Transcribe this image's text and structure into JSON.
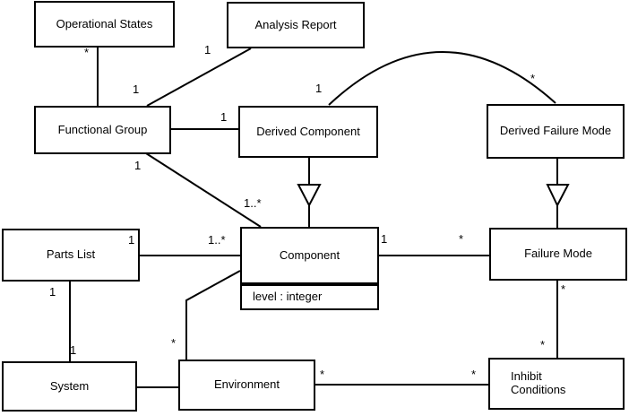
{
  "diagram_type": "uml-class-diagram",
  "classes": {
    "operational_states": {
      "name": "Operational States"
    },
    "analysis_report": {
      "name": "Analysis Report"
    },
    "functional_group": {
      "name": "Functional Group"
    },
    "derived_component": {
      "name": "Derived Component"
    },
    "derived_failure_mode": {
      "name": "Derived Failure Mode"
    },
    "parts_list": {
      "name": "Parts List"
    },
    "component": {
      "name": "Component",
      "attribute": "level : integer"
    },
    "failure_mode": {
      "name": "Failure Mode"
    },
    "system": {
      "name": "System"
    },
    "environment": {
      "name": "Environment"
    },
    "inhibit_conditions": {
      "name": "Inhibit Conditions"
    }
  },
  "relationships": [
    {
      "id": "os-fg",
      "type": "association",
      "from": "Operational States",
      "to": "Functional Group",
      "from_mult": "*",
      "to_mult": ""
    },
    {
      "id": "ar-fg",
      "type": "association",
      "from": "Analysis Report",
      "to": "Functional Group",
      "from_mult": "1",
      "to_mult": "1"
    },
    {
      "id": "fg-dc",
      "type": "association",
      "from": "Functional Group",
      "to": "Derived Component",
      "from_mult": "",
      "to_mult": "1"
    },
    {
      "id": "fg-comp",
      "type": "association",
      "from": "Functional Group",
      "to": "Component",
      "from_mult": "1",
      "to_mult": "1..*"
    },
    {
      "id": "pl-comp",
      "type": "association",
      "from": "Parts List",
      "to": "Component",
      "from_mult": "1",
      "to_mult": "1..*"
    },
    {
      "id": "comp-fm",
      "type": "association",
      "from": "Component",
      "to": "Failure Mode",
      "from_mult": "1",
      "to_mult": "*"
    },
    {
      "id": "dc-dfm",
      "type": "association",
      "from": "Derived Component",
      "to": "Derived Failure Mode",
      "from_mult": "1",
      "to_mult": "*"
    },
    {
      "id": "dc-comp",
      "type": "generalization",
      "from": "Derived Component",
      "to": "Component",
      "from_mult": "",
      "to_mult": ""
    },
    {
      "id": "dfm-fm",
      "type": "generalization",
      "from": "Derived Failure Mode",
      "to": "Failure Mode",
      "from_mult": "",
      "to_mult": ""
    },
    {
      "id": "pl-sys",
      "type": "association",
      "from": "Parts List",
      "to": "System",
      "from_mult": "1",
      "to_mult": "1"
    },
    {
      "id": "sys-env",
      "type": "association",
      "from": "System",
      "to": "Environment",
      "from_mult": "",
      "to_mult": ""
    },
    {
      "id": "comp-env",
      "type": "association",
      "from": "Component",
      "to": "Environment",
      "from_mult": "",
      "to_mult": "*"
    },
    {
      "id": "env-inh",
      "type": "association",
      "from": "Environment",
      "to": "Inhibit Conditions",
      "from_mult": "*",
      "to_mult": "*"
    },
    {
      "id": "fm-inh",
      "type": "association",
      "from": "Failure Mode",
      "to": "Inhibit Conditions",
      "from_mult": "*",
      "to_mult": "*"
    }
  ],
  "colors": {
    "line": "#000000",
    "box_border": "#000000",
    "background": "#ffffff",
    "text": "#000000"
  }
}
